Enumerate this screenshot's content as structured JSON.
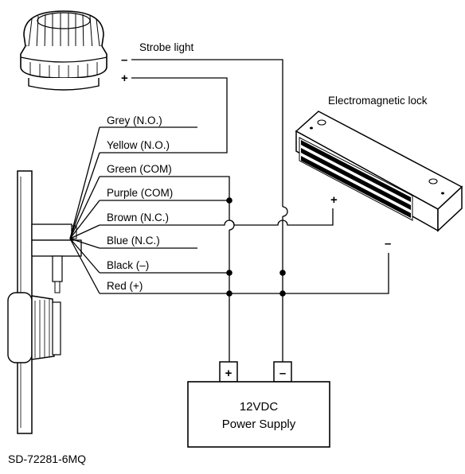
{
  "title": "",
  "strobe": {
    "label": "Strobe light",
    "minus": "–",
    "plus": "+"
  },
  "maglock": {
    "label": "Electromagnetic lock",
    "plus": "+",
    "minus": "–"
  },
  "wires": [
    {
      "label": "Grey (N.O.)"
    },
    {
      "label": "Yellow (N.O.)"
    },
    {
      "label": "Green (COM)"
    },
    {
      "label": "Purple (COM)"
    },
    {
      "label": "Brown (N.C.)"
    },
    {
      "label": "Blue (N.C.)"
    },
    {
      "label": "Black (–)"
    },
    {
      "label": "Red (+)"
    }
  ],
  "power_supply": {
    "line1": "12VDC",
    "line2": "Power Supply",
    "plus": "+",
    "minus": "–"
  },
  "device": {
    "model": "SD-72281-6MQ"
  }
}
